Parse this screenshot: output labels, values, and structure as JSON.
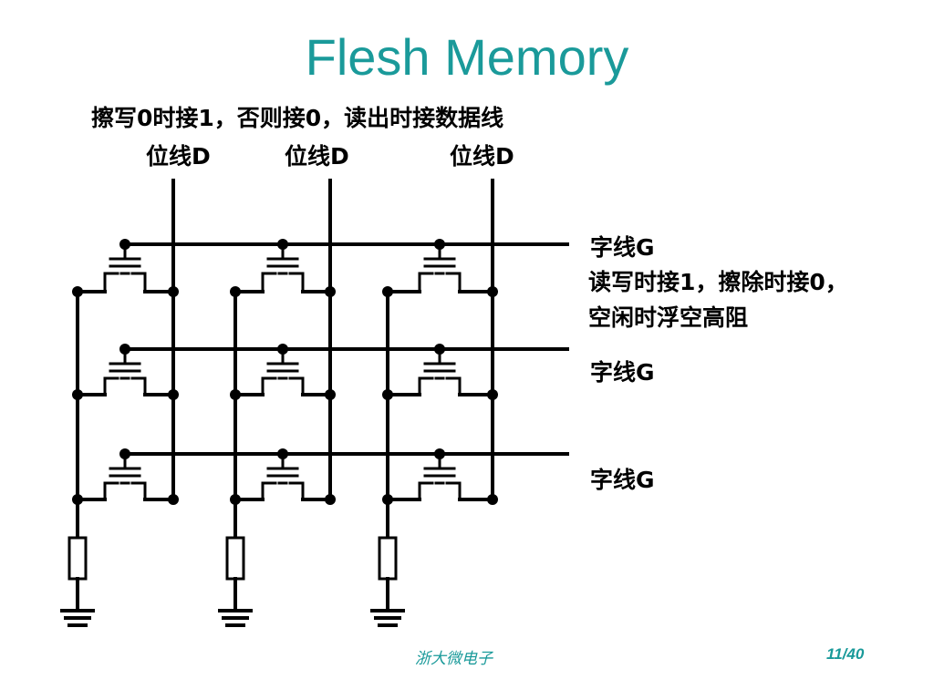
{
  "title": "Flesh Memory",
  "diagram": {
    "top_note": "擦写0时接1，否则接0，读出时接数据线",
    "bitlines": [
      {
        "label": "位线D"
      },
      {
        "label": "位线D"
      },
      {
        "label": "位线D"
      }
    ],
    "wordlines": [
      {
        "label": "字线G",
        "note_line1": "读写时接1，擦除时接0，",
        "note_line2": "空闲时浮空高阻"
      },
      {
        "label": "字线G"
      },
      {
        "label": "字线G"
      }
    ]
  },
  "footer": {
    "org": "浙大微电子",
    "page": "11/40"
  }
}
